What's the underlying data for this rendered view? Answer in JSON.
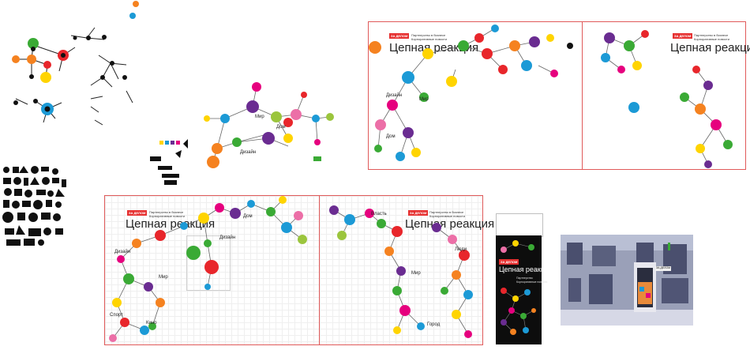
{
  "project": {
    "logo_text": "ЗА ДЕЛОМ",
    "title": "Цепная реакция",
    "subtitle_lines": [
      "Партнерство в бизнесе",
      "Корпоративные новости"
    ]
  },
  "node_labels": {
    "mir": "Мир",
    "doma": "Дом",
    "dizain": "Дизайн",
    "lyudi": "Люди",
    "vlast": "Власть",
    "kino": "Кино",
    "sport": "Спорт",
    "gorod": "Город"
  },
  "poster": {
    "small_text_lines": [
      "ЗА ДЕЛОМ",
      "Партнерство",
      "Корпоративные новости"
    ]
  },
  "photo": {
    "sign_text": "ЗА ДЕЛОМ"
  },
  "palette": {
    "red": "#e8262b",
    "orange": "#f58220",
    "yellow": "#ffd400",
    "green": "#3aaa35",
    "blue": "#1c9ad6",
    "purple": "#6a2c91",
    "magenta": "#e6007e",
    "pink": "#ec6fa7",
    "cyan": "#2ab7ca",
    "lime": "#9bc53d"
  }
}
